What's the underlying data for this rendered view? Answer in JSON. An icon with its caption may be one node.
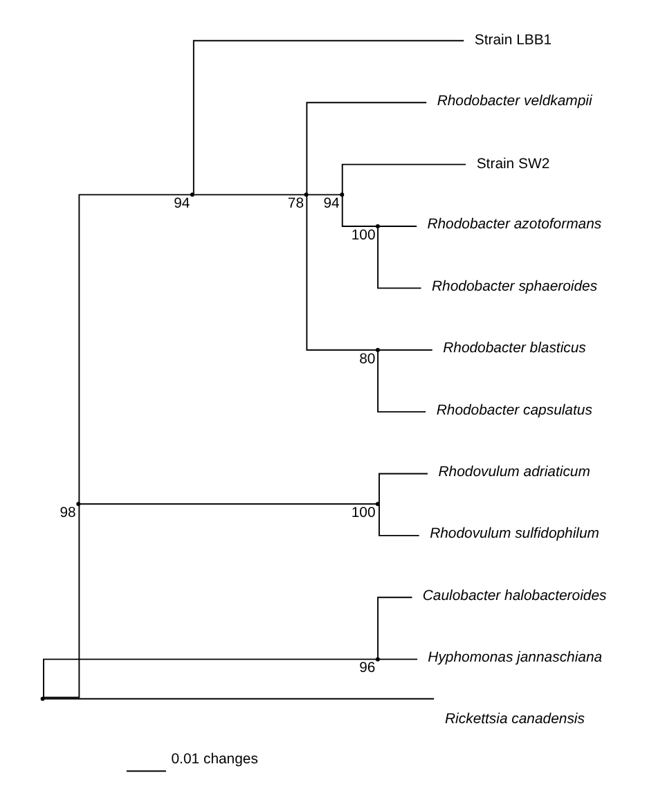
{
  "diagram": {
    "nodes": [
      {
        "text": [],
        "shape": "point"
      },
      {
        "text": [],
        "shape": "point",
        "beside": [
          "98"
        ]
      },
      {
        "text": [],
        "shape": "point",
        "beside": [
          "94"
        ]
      },
      {
        "text": [
          "Strain LBB1"
        ]
      },
      {
        "text": [],
        "shape": "point",
        "beside": [
          "78"
        ]
      },
      {
        "text": [
          "Rhodobacter veldkampii"
        ]
      },
      {
        "text": [],
        "shape": "point",
        "beside": [
          "94"
        ]
      },
      {
        "text": [
          "Strain SW2"
        ]
      },
      {
        "text": [],
        "shape": "point",
        "beside": [
          "100"
        ]
      },
      {
        "text": [
          "Rhodobacter azotoformans"
        ]
      },
      {
        "text": [
          "Rhodobacter sphaeroides"
        ]
      },
      {
        "text": [],
        "shape": "point",
        "beside": [
          "80"
        ]
      },
      {
        "text": [
          "Rhodobacter blasticus"
        ]
      },
      {
        "text": [
          "Rhodobacter capsulatus"
        ]
      },
      {
        "text": [],
        "shape": "point",
        "beside": [
          "100"
        ]
      },
      {
        "text": [
          "Rhodovulum adriaticum"
        ]
      },
      {
        "text": [
          "Rhodovulum sulfidophilum"
        ]
      },
      {
        "text": [],
        "shape": "point",
        "beside": [
          "96"
        ]
      },
      {
        "text": [
          "Caulobacter halobacteroides"
        ]
      },
      {
        "text": [
          "Hyphomonas jannaschiana"
        ]
      },
      {
        "text": [
          "Rickettsia canadensis"
        ]
      }
    ],
    "edges": [
      {
        "from": 0,
        "to": 1,
        "arrow": "none"
      },
      {
        "from": 1,
        "to": 2,
        "arrow": "none"
      },
      {
        "from": 2,
        "to": 3,
        "arrow": "none"
      },
      {
        "from": 2,
        "to": 4,
        "arrow": "none"
      },
      {
        "from": 4,
        "to": 5,
        "arrow": "none"
      },
      {
        "from": 4,
        "to": 6,
        "arrow": "none"
      },
      {
        "from": 6,
        "to": 7,
        "arrow": "none"
      },
      {
        "from": 6,
        "to": 8,
        "arrow": "none"
      },
      {
        "from": 8,
        "to": 9,
        "arrow": "none"
      },
      {
        "from": 8,
        "to": 10,
        "arrow": "none"
      },
      {
        "from": 4,
        "to": 11,
        "arrow": "none"
      },
      {
        "from": 11,
        "to": 12,
        "arrow": "none"
      },
      {
        "from": 11,
        "to": 13,
        "arrow": "none"
      },
      {
        "from": 1,
        "to": 14,
        "arrow": "none"
      },
      {
        "from": 14,
        "to": 15,
        "arrow": "none"
      },
      {
        "from": 14,
        "to": 16,
        "arrow": "none"
      },
      {
        "from": 0,
        "to": 17,
        "arrow": "none"
      },
      {
        "from": 17,
        "to": 18,
        "arrow": "none"
      },
      {
        "from": 17,
        "to": 19,
        "arrow": "none"
      },
      {
        "from": 0,
        "to": 20,
        "arrow": "none"
      }
    ],
    "labels": [
      "0.01 changes"
    ]
  }
}
